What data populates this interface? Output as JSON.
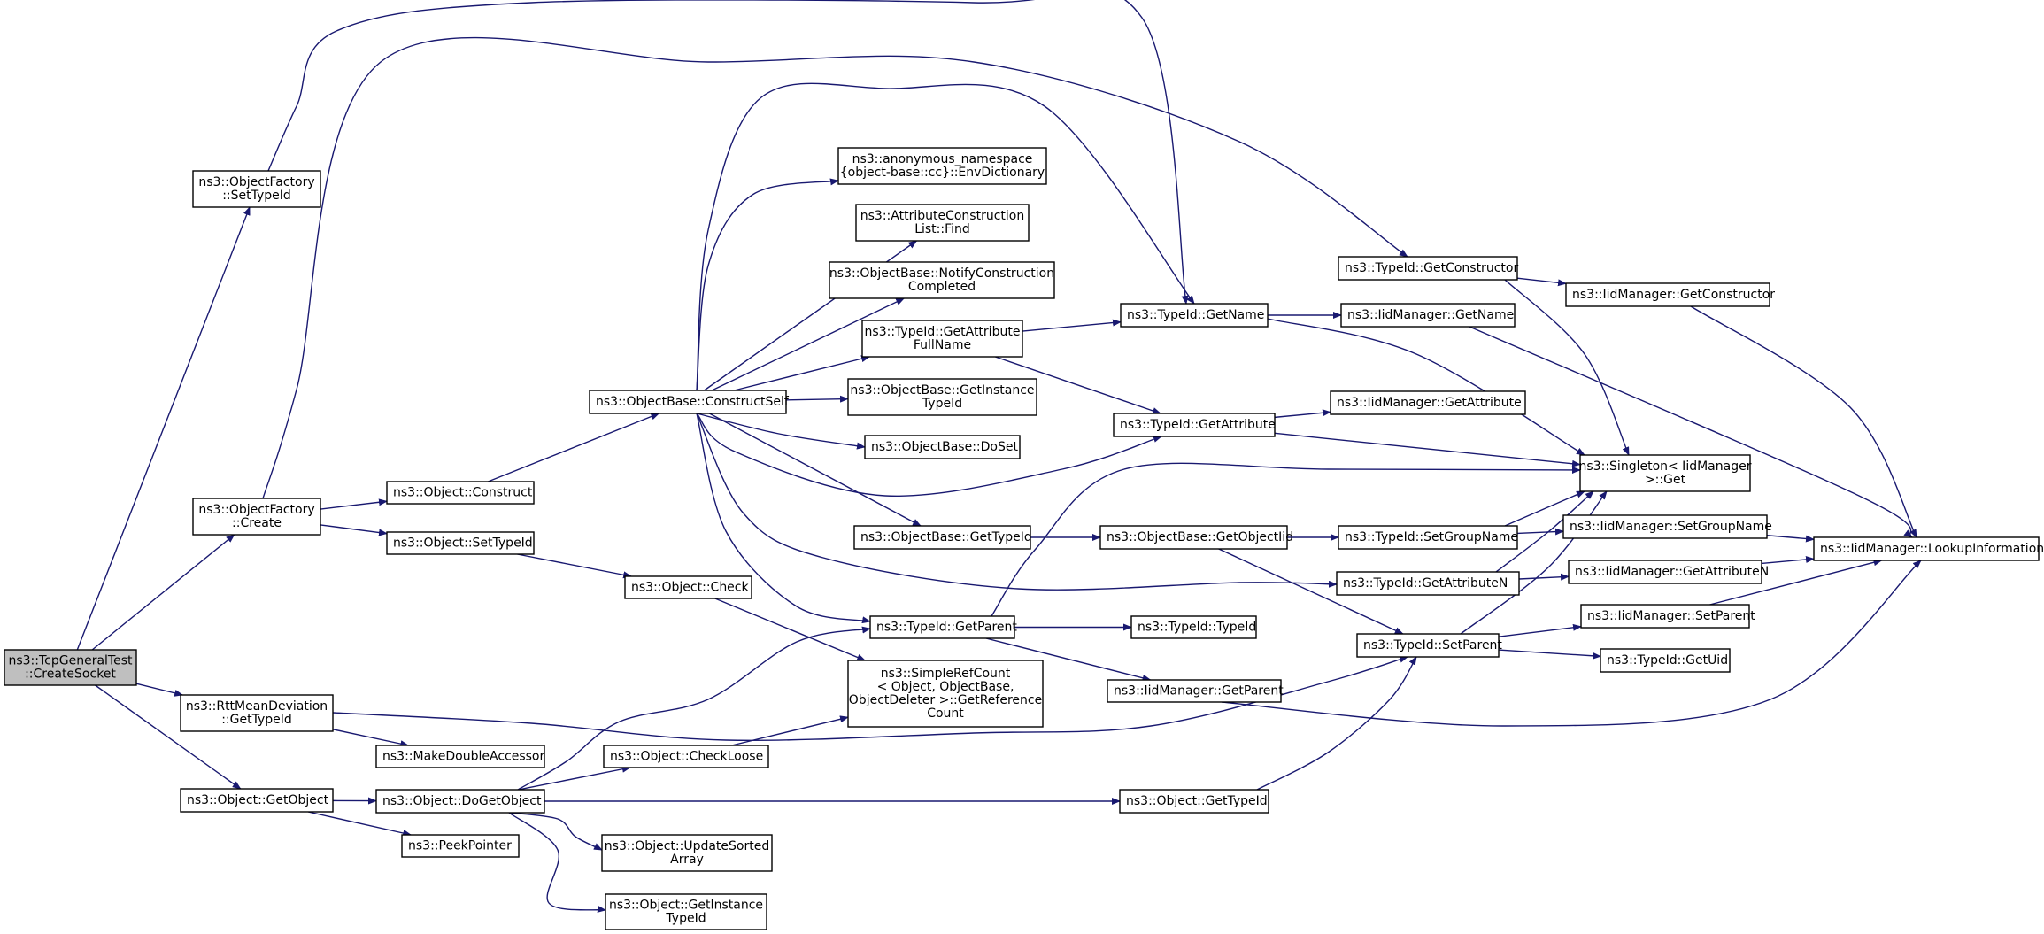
{
  "nodes": [
    {
      "id": "root",
      "lines": [
        "ns3::TcpGeneralTest",
        "::CreateSocket"
      ],
      "root": true
    },
    {
      "id": "of_settypeid",
      "lines": [
        "ns3::ObjectFactory",
        "::SetTypeId"
      ]
    },
    {
      "id": "of_create",
      "lines": [
        "ns3::ObjectFactory",
        "::Create"
      ]
    },
    {
      "id": "rtt_gettypeid",
      "lines": [
        "ns3::RttMeanDeviation",
        "::GetTypeId"
      ]
    },
    {
      "id": "obj_getobject",
      "lines": [
        "ns3::Object::GetObject"
      ]
    },
    {
      "id": "obj_construct",
      "lines": [
        "ns3::Object::Construct"
      ]
    },
    {
      "id": "obj_settypeid",
      "lines": [
        "ns3::Object::SetTypeId"
      ]
    },
    {
      "id": "makedouble",
      "lines": [
        "ns3::MakeDoubleAccessor"
      ]
    },
    {
      "id": "obj_dogetobject",
      "lines": [
        "ns3::Object::DoGetObject"
      ]
    },
    {
      "id": "peekpointer",
      "lines": [
        "ns3::PeekPointer"
      ]
    },
    {
      "id": "ob_constructself",
      "lines": [
        "ns3::ObjectBase::ConstructSelf"
      ]
    },
    {
      "id": "obj_check",
      "lines": [
        "ns3::Object::Check"
      ]
    },
    {
      "id": "obj_checkloose",
      "lines": [
        "ns3::Object::CheckLoose"
      ]
    },
    {
      "id": "obj_updatesorted",
      "lines": [
        "ns3::Object::UpdateSorted",
        "Array"
      ]
    },
    {
      "id": "obj_getinstancetypeid",
      "lines": [
        "ns3::Object::GetInstance",
        "TypeId"
      ]
    },
    {
      "id": "envdict",
      "lines": [
        "ns3::anonymous_namespace",
        "{object-base::cc}::EnvDictionary"
      ]
    },
    {
      "id": "acl_find",
      "lines": [
        "ns3::AttributeConstruction",
        "List::Find"
      ]
    },
    {
      "id": "ob_notify",
      "lines": [
        "ns3::ObjectBase::NotifyConstruction",
        "Completed"
      ]
    },
    {
      "id": "tid_getattrfullname",
      "lines": [
        "ns3::TypeId::GetAttribute",
        "FullName"
      ]
    },
    {
      "id": "ob_getinstancetypeid",
      "lines": [
        "ns3::ObjectBase::GetInstance",
        "TypeId"
      ]
    },
    {
      "id": "ob_doset",
      "lines": [
        "ns3::ObjectBase::DoSet"
      ]
    },
    {
      "id": "ob_gettypeid",
      "lines": [
        "ns3::ObjectBase::GetTypeId"
      ]
    },
    {
      "id": "tid_getparent",
      "lines": [
        "ns3::TypeId::GetParent"
      ]
    },
    {
      "id": "simplerefcount",
      "lines": [
        "ns3::SimpleRefCount",
        "< Object, ObjectBase,",
        "ObjectDeleter >::GetReference",
        "Count"
      ]
    },
    {
      "id": "obj_gettypeid",
      "lines": [
        "ns3::Object::GetTypeId"
      ]
    },
    {
      "id": "tid_getname",
      "lines": [
        "ns3::TypeId::GetName"
      ]
    },
    {
      "id": "tid_getattribute",
      "lines": [
        "ns3::TypeId::GetAttribute"
      ]
    },
    {
      "id": "ob_getobjectiid",
      "lines": [
        "ns3::ObjectBase::GetObjectIid"
      ]
    },
    {
      "id": "tid_typeid",
      "lines": [
        "ns3::TypeId::TypeId"
      ]
    },
    {
      "id": "iid_getparent",
      "lines": [
        "ns3::IidManager::GetParent"
      ]
    },
    {
      "id": "tid_getconstructor",
      "lines": [
        "ns3::TypeId::GetConstructor"
      ]
    },
    {
      "id": "iid_getname",
      "lines": [
        "ns3::IidManager::GetName"
      ]
    },
    {
      "id": "iid_getattribute",
      "lines": [
        "ns3::IidManager::GetAttribute"
      ]
    },
    {
      "id": "tid_setgroupname",
      "lines": [
        "ns3::TypeId::SetGroupName"
      ]
    },
    {
      "id": "tid_getattributen",
      "lines": [
        "ns3::TypeId::GetAttributeN"
      ]
    },
    {
      "id": "tid_setparent",
      "lines": [
        "ns3::TypeId::SetParent"
      ]
    },
    {
      "id": "iid_getconstructor",
      "lines": [
        "ns3::IidManager::GetConstructor"
      ]
    },
    {
      "id": "singleton_get",
      "lines": [
        "ns3::Singleton< IidManager",
        ">::Get"
      ]
    },
    {
      "id": "iid_setgroupname",
      "lines": [
        "ns3::IidManager::SetGroupName"
      ]
    },
    {
      "id": "iid_getattributen",
      "lines": [
        "ns3::IidManager::GetAttributeN"
      ]
    },
    {
      "id": "iid_setparent",
      "lines": [
        "ns3::IidManager::SetParent"
      ]
    },
    {
      "id": "tid_getuid",
      "lines": [
        "ns3::TypeId::GetUid"
      ]
    },
    {
      "id": "iid_lookupinfo",
      "lines": [
        "ns3::IidManager::LookupInformation"
      ]
    }
  ],
  "edges": [
    [
      "root",
      "of_settypeid"
    ],
    [
      "root",
      "of_create"
    ],
    [
      "root",
      "rtt_gettypeid"
    ],
    [
      "root",
      "obj_getobject"
    ],
    [
      "of_settypeid",
      "tid_getname"
    ],
    [
      "of_create",
      "tid_getconstructor"
    ],
    [
      "of_create",
      "obj_construct"
    ],
    [
      "of_create",
      "obj_settypeid"
    ],
    [
      "rtt_gettypeid",
      "makedouble"
    ],
    [
      "rtt_gettypeid",
      "tid_setparent"
    ],
    [
      "obj_getobject",
      "obj_dogetobject"
    ],
    [
      "obj_getobject",
      "peekpointer"
    ],
    [
      "obj_construct",
      "ob_constructself"
    ],
    [
      "obj_settypeid",
      "obj_check"
    ],
    [
      "obj_check",
      "simplerefcount"
    ],
    [
      "obj_dogetobject",
      "tid_getparent"
    ],
    [
      "obj_dogetobject",
      "obj_checkloose"
    ],
    [
      "obj_dogetobject",
      "obj_gettypeid"
    ],
    [
      "obj_dogetobject",
      "obj_updatesorted"
    ],
    [
      "obj_dogetobject",
      "obj_getinstancetypeid"
    ],
    [
      "obj_checkloose",
      "simplerefcount"
    ],
    [
      "ob_constructself",
      "envdict"
    ],
    [
      "ob_constructself",
      "acl_find"
    ],
    [
      "ob_constructself",
      "ob_notify"
    ],
    [
      "ob_constructself",
      "tid_getattrfullname"
    ],
    [
      "ob_constructself",
      "ob_getinstancetypeid"
    ],
    [
      "ob_constructself",
      "ob_doset"
    ],
    [
      "ob_constructself",
      "ob_gettypeid"
    ],
    [
      "ob_constructself",
      "tid_getparent"
    ],
    [
      "ob_constructself",
      "tid_getname"
    ],
    [
      "ob_constructself",
      "tid_getattribute"
    ],
    [
      "ob_constructself",
      "tid_getattributen"
    ],
    [
      "tid_getattrfullname",
      "tid_getname"
    ],
    [
      "tid_getattrfullname",
      "tid_getattribute"
    ],
    [
      "ob_gettypeid",
      "ob_getobjectiid"
    ],
    [
      "ob_getobjectiid",
      "tid_setgroupname"
    ],
    [
      "ob_getobjectiid",
      "tid_setparent"
    ],
    [
      "tid_getparent",
      "tid_typeid"
    ],
    [
      "tid_getparent",
      "iid_getparent"
    ],
    [
      "tid_getparent",
      "singleton_get"
    ],
    [
      "obj_gettypeid",
      "tid_setparent"
    ],
    [
      "tid_getname",
      "iid_getname"
    ],
    [
      "tid_getname",
      "singleton_get"
    ],
    [
      "tid_getattribute",
      "iid_getattribute"
    ],
    [
      "tid_getattribute",
      "singleton_get"
    ],
    [
      "tid_getconstructor",
      "iid_getconstructor"
    ],
    [
      "tid_getconstructor",
      "singleton_get"
    ],
    [
      "iid_getparent",
      "iid_lookupinfo"
    ],
    [
      "iid_getname",
      "iid_lookupinfo"
    ],
    [
      "iid_getconstructor",
      "iid_lookupinfo"
    ],
    [
      "tid_setgroupname",
      "iid_setgroupname"
    ],
    [
      "tid_setgroupname",
      "singleton_get"
    ],
    [
      "tid_getattributen",
      "iid_getattributen"
    ],
    [
      "tid_getattributen",
      "singleton_get"
    ],
    [
      "tid_setparent",
      "iid_setparent"
    ],
    [
      "tid_setparent",
      "tid_getuid"
    ],
    [
      "tid_setparent",
      "singleton_get"
    ],
    [
      "iid_setgroupname",
      "iid_lookupinfo"
    ],
    [
      "iid_getattributen",
      "iid_lookupinfo"
    ],
    [
      "iid_setparent",
      "iid_lookupinfo"
    ]
  ]
}
